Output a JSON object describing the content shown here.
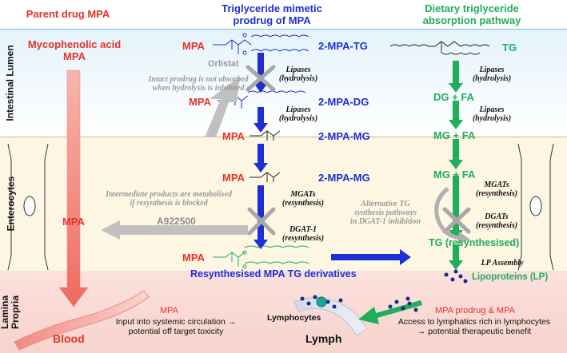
{
  "headers": {
    "parent": "Parent drug MPA",
    "prodrug": "Triglyceride mimetic\nprodrug of MPA",
    "dietary": "Dietary triglyceride\nabsorption pathway"
  },
  "regions": {
    "lumen": "Intestinal Lumen",
    "enterocytes": "Enterocytes",
    "lamina": "Lamina\nPropria"
  },
  "parent": {
    "drug_name": "Mycophenolic acid\nMPA",
    "enterocyte_label": "MPA",
    "blood": "Blood",
    "systemic_title": "MPA",
    "systemic_note": "Input into systemic circulation →\npotential off target toxicity"
  },
  "prodrug": {
    "mpa_tag": "MPA",
    "tg": "2-MPA-TG",
    "dg": "2-MPA-DG",
    "mg1": "2-MPA-MG",
    "mg2": "2-MPA-MG",
    "lipases1": "Lipases\n(hydrolysis)",
    "lipases2": "Lipases\n(hydrolysis)",
    "mgats": "MGATs\n(resynthesis)",
    "dgat1": "DGAT-1\n(resynthesis)",
    "orlistat": "Orlistat",
    "orlistat_note": "Intact prodrug is not absorbed\nwhen hydrolysis is inhibited",
    "inhibitor": "A922500",
    "inhibitor_note": "Intermediate products are metabolised\nif resynthesis is blocked",
    "resynth": "Resynthesised MPA TG derivatives"
  },
  "dietary": {
    "tg": "TG",
    "dgfa": "DG + FA",
    "mgfa1": "MG + FA",
    "mgfa2": "MG + FA",
    "lipases1": "Lipases\n(hydrolysis)",
    "lipases2": "Lipases\n(hydrolysis)",
    "mgats": "MGATs\n(resynthesis)",
    "dgats": "DGATs\n(resynthesis)",
    "alt_note": "Alternative TG\nsynthesis pathways\nin DGAT-1 inhibition",
    "tg_resynth": "TG (resynthesised)",
    "lp_assembly": "LP Assembly",
    "lipoproteins": "Lipoproteins (LP)"
  },
  "lymph": {
    "lymphocytes": "Lymphocytes",
    "lymph": "Lymph",
    "prodrug_title": "MPA prodrug & MPA",
    "benefit_note": "Access to lymphatics rich in lymphocytes\n→ potential therapeutic benefit"
  },
  "colors": {
    "mpa_red": "#e8322a",
    "prodrug_blue": "#1f2fd6",
    "dietary_green": "#1fae5a",
    "lumen_bg": "#e4f3fb",
    "enterocyte_bg": "#fcf6e3",
    "lamina_bg": "#f7d3cd"
  }
}
